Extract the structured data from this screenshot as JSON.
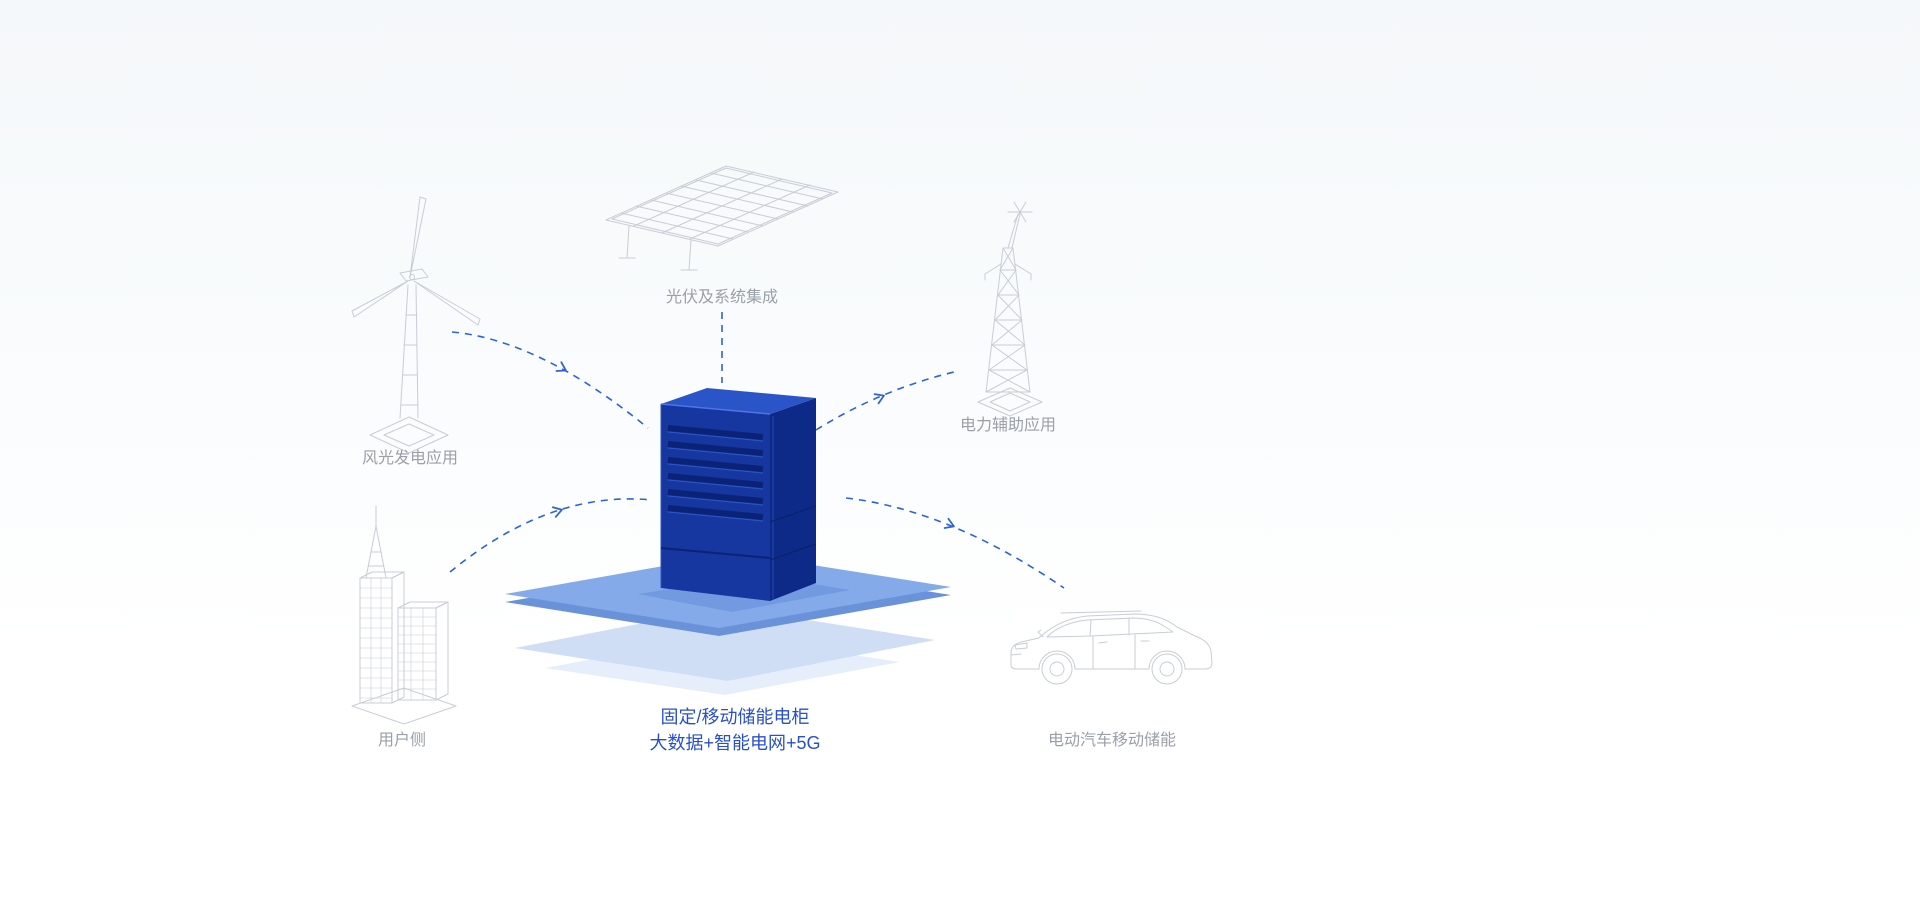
{
  "diagram": {
    "center": {
      "title": "固定/移动储能电柜",
      "subtitle": "大数据+智能电网+5G"
    },
    "nodes": [
      {
        "id": "wind",
        "label": "风光发电应用"
      },
      {
        "id": "solar",
        "label": "光伏及系统集成"
      },
      {
        "id": "grid",
        "label": "电力辅助应用"
      },
      {
        "id": "user",
        "label": "用户侧"
      },
      {
        "id": "ev",
        "label": "电动汽车移动储能"
      }
    ],
    "colors": {
      "label_gray": "#9aa0a9",
      "label_blue": "#2a50c8",
      "arrow_blue": "#2f62d8",
      "cabinet_front": "#16379f",
      "cabinet_side": "#0d2a88",
      "cabinet_top": "#2a55c8",
      "cabinet_slat": "#0a2377",
      "platform": "#84aaea",
      "platform_edge": "#6a92d8",
      "platform_echo1": "#cfdef5",
      "platform_echo2": "#e7eefb",
      "wireframe": "#c8cdd5"
    }
  }
}
